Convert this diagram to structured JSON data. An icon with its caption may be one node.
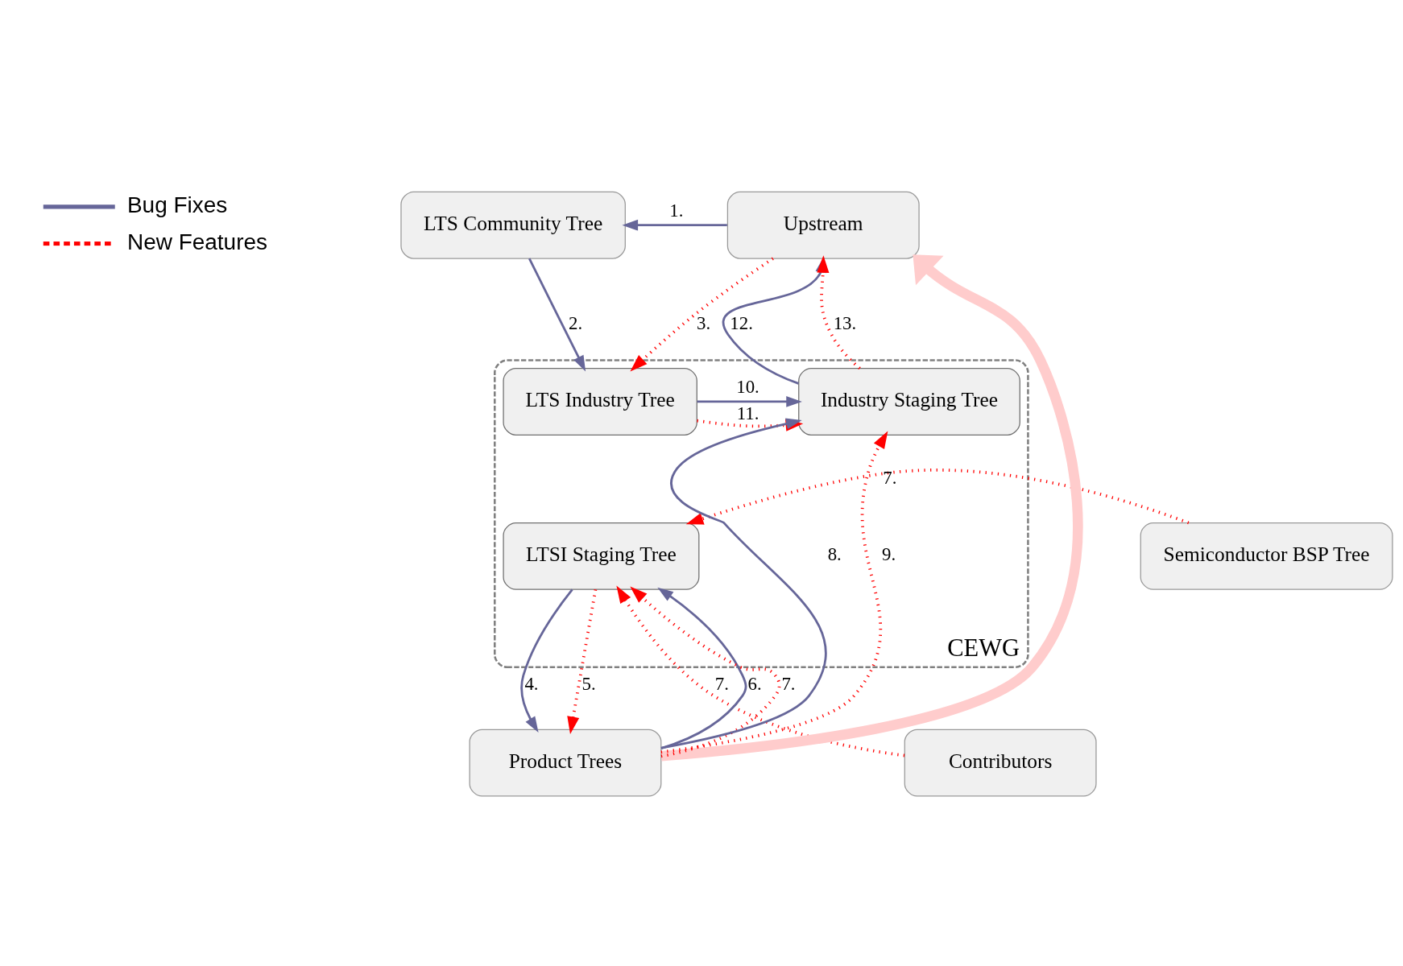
{
  "diagram": {
    "nodes": [
      {
        "text": [
          "LTS Community Tree"
        ]
      },
      {
        "text": [
          "Upstream"
        ]
      },
      {
        "text": [
          "CEWG"
        ]
      },
      {
        "text": [
          "LTSI Staging Tree"
        ],
        "in": 2
      },
      {
        "text": [
          "LTS Industry Tree"
        ],
        "in": 2
      },
      {
        "text": [
          "Industry Staging Tree"
        ],
        "in": 2
      },
      {
        "text": [
          "Semiconductor BSP Tree"
        ]
      },
      {
        "text": [
          "Contributors"
        ]
      },
      {
        "text": [
          "Product Trees"
        ]
      }
    ],
    "edges": [
      {
        "from": 1,
        "to": 0,
        "arrow": "to",
        "label": "1.",
        "color": "#666699"
      },
      {
        "from": 0,
        "to": 4,
        "arrow": "to",
        "label": "2.",
        "color": "#666699"
      },
      {
        "from": 1,
        "to": 4,
        "arrow": "to",
        "label": "3.",
        "style": "dashed",
        "color": "#ff0000"
      },
      {
        "from": 3,
        "to": 8,
        "arrow": "to",
        "label": "4.",
        "color": "#666699"
      },
      {
        "from": 3,
        "to": 8,
        "arrow": "to",
        "label": "5.",
        "style": "dashed",
        "color": "#ff0000"
      },
      {
        "from": 8,
        "to": 3,
        "arrow": "to",
        "label": "6.",
        "color": "#666699"
      },
      {
        "from": 8,
        "to": 3,
        "arrow": "to",
        "label": "7.",
        "style": "dashed",
        "color": "#ff0000"
      },
      {
        "from": 6,
        "to": 3,
        "arrow": "to",
        "label": "7.",
        "style": "dashed",
        "color": "#ff0000"
      },
      {
        "from": 7,
        "to": 3,
        "arrow": "to",
        "label": "7.",
        "style": "dashed",
        "color": "#ff0000"
      },
      {
        "from": 8,
        "to": 5,
        "arrow": "to",
        "label": "8.",
        "color": "#666699"
      },
      {
        "from": 8,
        "to": 5,
        "arrow": "to",
        "label": "9.",
        "style": "dashed",
        "color": "#ff0000"
      },
      {
        "from": 4,
        "to": 5,
        "arrow": "to",
        "label": "10.",
        "color": "#666699"
      },
      {
        "from": 4,
        "to": 5,
        "arrow": "to",
        "label": "11.",
        "style": "dashed",
        "color": "#ff0000"
      },
      {
        "from": 5,
        "to": 1,
        "arrow": "to",
        "label": "12.",
        "color": "#666699"
      },
      {
        "from": 5,
        "to": 1,
        "arrow": "to",
        "label": "13.",
        "style": "dashed",
        "color": "#ff0000"
      },
      {
        "from": 8,
        "to": 1,
        "arrow": "to",
        "style": "thick",
        "color": "#ffcccc"
      }
    ],
    "legend": [
      {
        "text": "Bug Fixes"
      },
      {
        "text": "New Features"
      }
    ]
  }
}
